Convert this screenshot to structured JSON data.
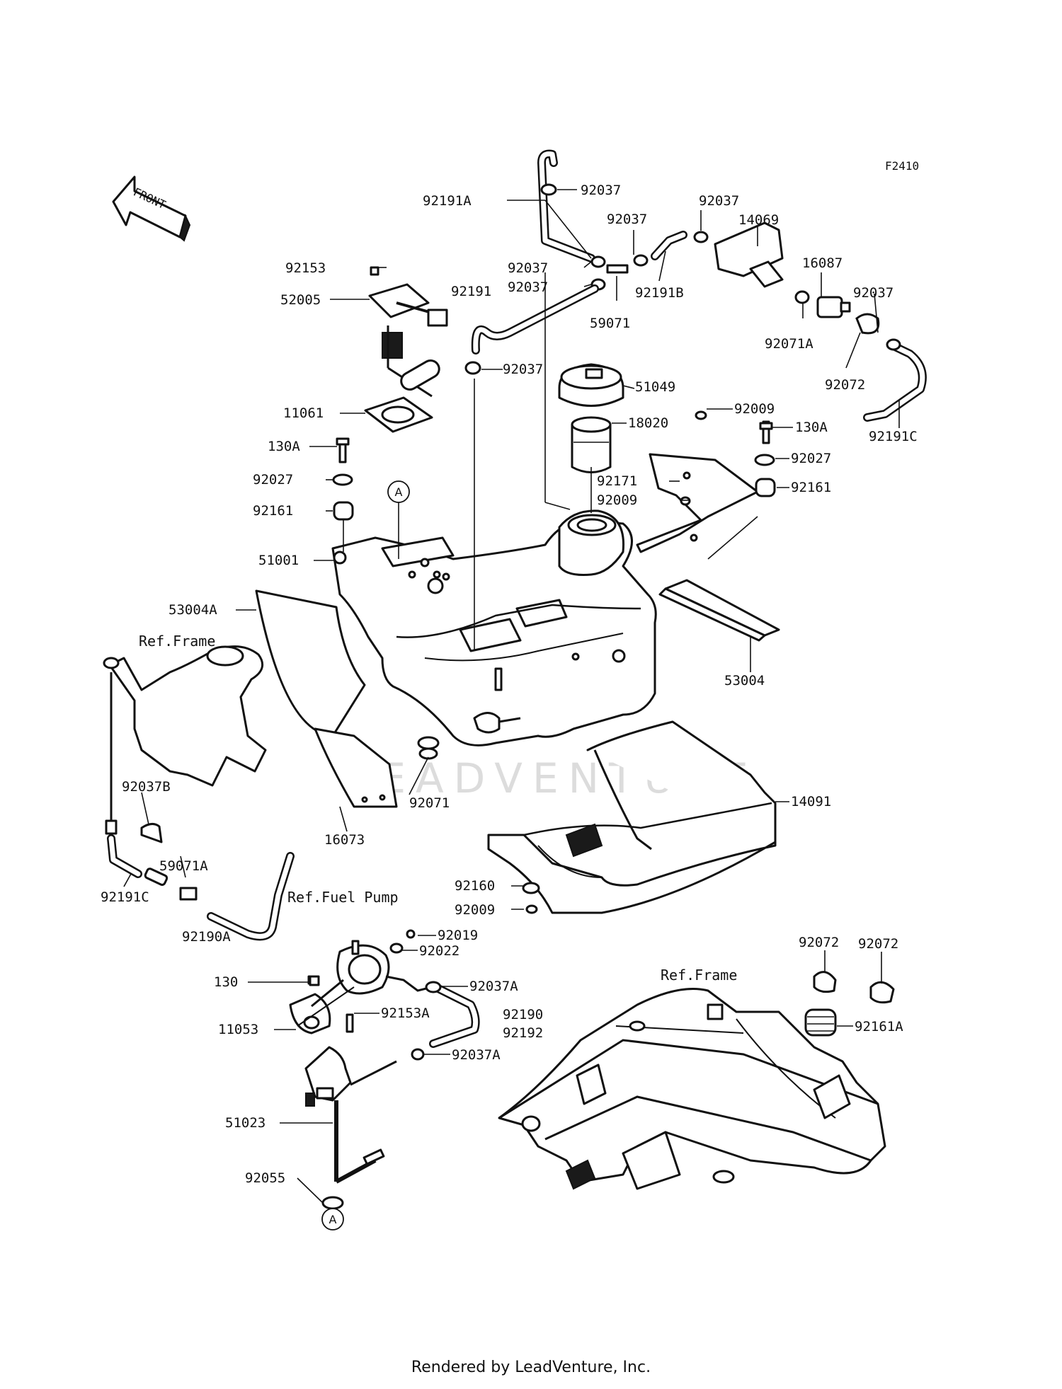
{
  "figure_code": "F2410",
  "front_arrow_label": "FRONT",
  "ref_labels": [
    "Ref.Frame",
    "Ref.Fuel Pump",
    "Ref.Frame"
  ],
  "circle_marker": "A",
  "watermark": "LEADVENTURE",
  "footer": "Rendered by LeadVenture, Inc.",
  "part_labels": [
    "92191A",
    "92037",
    "92037",
    "92037",
    "14069",
    "92153",
    "92037",
    "92037",
    "16087",
    "92037",
    "52005",
    "92191",
    "59071",
    "92191B",
    "92071A",
    "92037",
    "92072",
    "51049",
    "11061",
    "92009",
    "92191C",
    "18020",
    "130A",
    "130A",
    "92027",
    "92027",
    "92171",
    "92161",
    "92161",
    "92009",
    "51001",
    "53004A",
    "53004",
    "14091",
    "92037B",
    "16073",
    "92071",
    "59071A",
    "92191C",
    "92160",
    "92009",
    "92019",
    "92022",
    "92190A",
    "130",
    "92037A",
    "92190",
    "92192",
    "92153A",
    "11053",
    "92037A",
    "51023",
    "92055",
    "92072",
    "92072",
    "92161A"
  ]
}
